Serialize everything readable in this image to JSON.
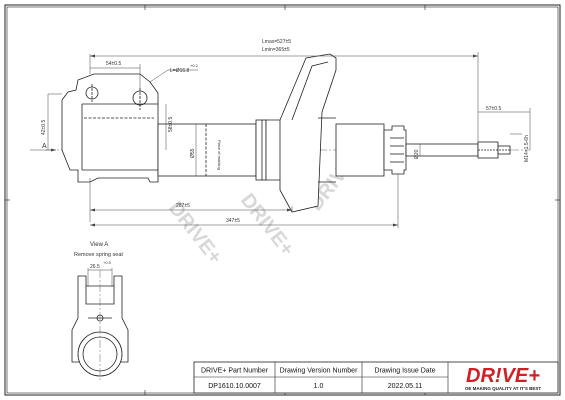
{
  "drawing": {
    "dims": {
      "lmax": "Lmax=527±5",
      "lmin": "Lmin=365±5",
      "d54": "54±0.5",
      "hole": "L=Ø16.8",
      "hole_tol": "+0.2",
      "d57": "57±0.5",
      "d42": "42±0.5",
      "d58": "58±0.5",
      "d55": "Ø55",
      "d287": "287±5",
      "d347": "347±5",
      "d20": "Ø20",
      "thread": "M14×1.5-6h",
      "d265": "26.5",
      "d265_tol": "+0.5"
    },
    "label_a": "A",
    "place_of_marking": "Place of marking",
    "view_title": "View A",
    "view_subtitle": "Remove spring seat",
    "watermark": "DRIVE+"
  },
  "title_block": {
    "headers": [
      "DRIVE+ Part Number",
      "Drawing Version  Number",
      "Drawing Issue Date"
    ],
    "values": [
      "DP1610.10.0007",
      "1.0",
      "2022.05.11"
    ],
    "logo": "DR!VE+",
    "tagline": "OE MAKING QUALITY AT IT'S BEST",
    "colors": {
      "logo": "#d21f26",
      "line": "#222222"
    }
  }
}
